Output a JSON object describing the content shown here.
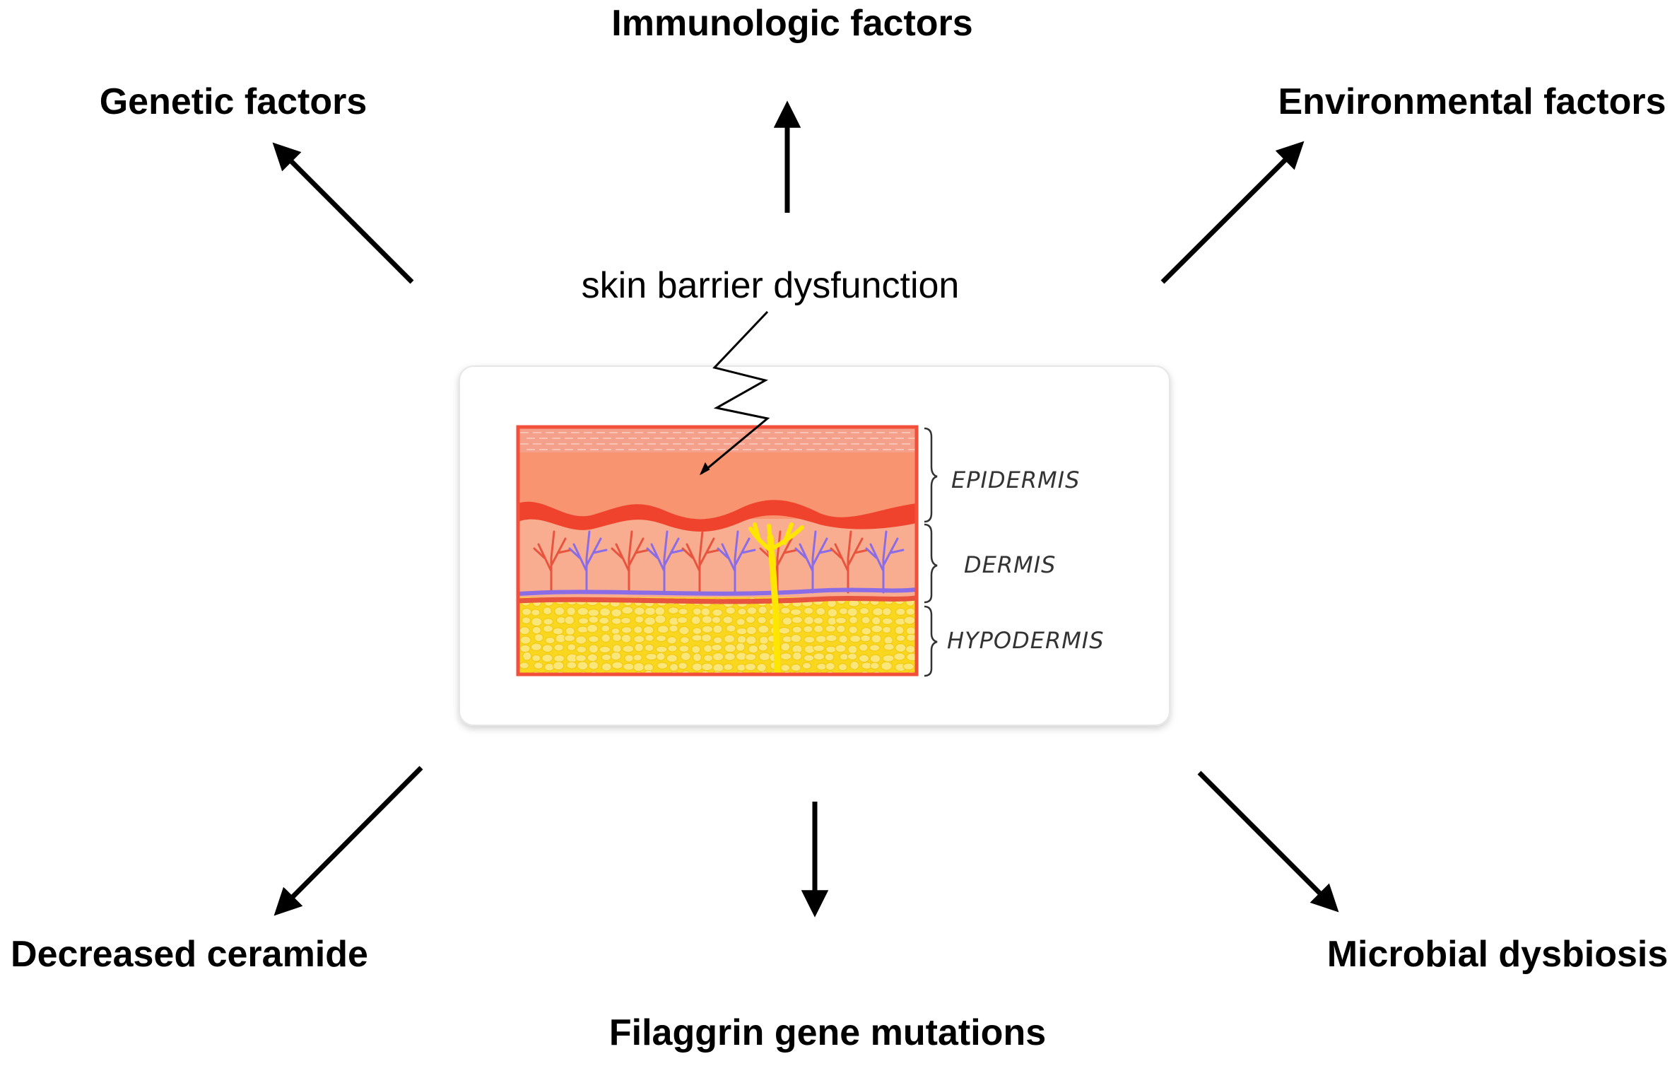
{
  "diagram": {
    "center_label": "skin barrier dysfunction",
    "factors": {
      "immunologic": "Immunologic factors",
      "genetic": "Genetic factors",
      "environmental": "Environmental factors",
      "ceramide": "Decreased ceramide",
      "filaggrin": "Filaggrin gene mutations",
      "microbial": "Microbial dysbiosis"
    },
    "skin_layers": {
      "epidermis": "EPIDERMIS",
      "dermis": "DERMIS",
      "hypodermis": "HYPODERMIS"
    },
    "colors": {
      "stratum": "#f4a08a",
      "epidermis": "#f99470",
      "basement": "#f0432d",
      "dermis": "#f9ad90",
      "vessel_red": "#e8553f",
      "vessel_purple": "#8a6ce6",
      "nerve": "#ffe600",
      "fat": "#f8d71e",
      "border": "#f2503a",
      "arrow": "#000000"
    }
  }
}
